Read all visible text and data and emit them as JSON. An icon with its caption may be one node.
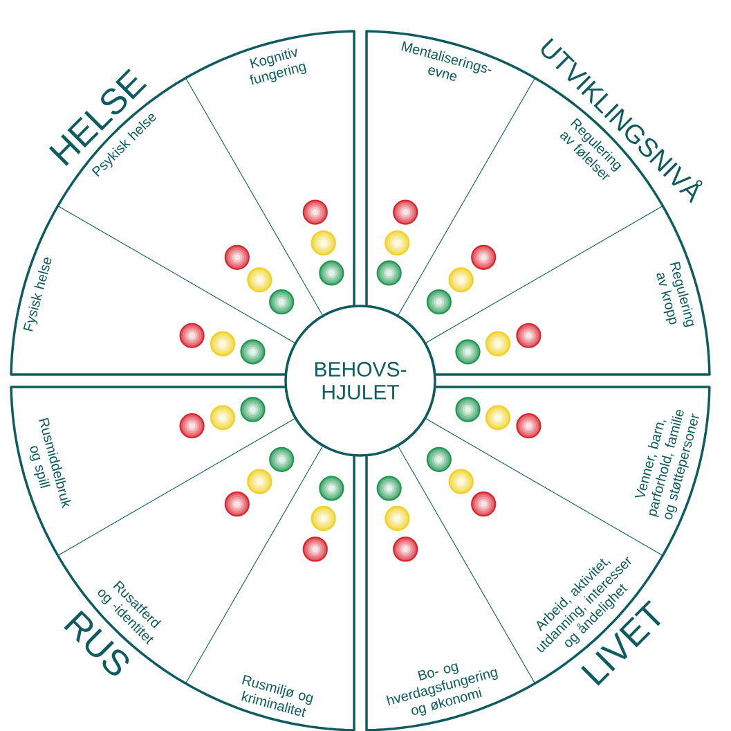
{
  "diagram": {
    "nodes": [
      {
        "text": [
          "HELSE"
        ]
      },
      {
        "text": [
          "Fysisk helse"
        ],
        "in": 0
      },
      {
        "text": [
          "Psykisk helse"
        ],
        "in": 0
      },
      {
        "text": [
          "Kognitiv fungering"
        ],
        "in": 0
      },
      {
        "text": [
          "UTVIKLINGSNIVÅ"
        ]
      },
      {
        "text": [
          "Mentaliserings- evne"
        ],
        "in": 4
      },
      {
        "text": [
          "Regulering av følelser"
        ],
        "in": 4
      },
      {
        "text": [
          "Regulering av kropp"
        ],
        "in": 4
      },
      {
        "text": [
          "BEHOVS- HJULET"
        ]
      },
      {
        "text": [
          "RUS"
        ]
      },
      {
        "text": [
          "Rusmiddelbruk og spill"
        ],
        "in": 9
      },
      {
        "text": [
          "Rusatferd og -identitet"
        ],
        "in": 9
      },
      {
        "text": [
          "Rusmiljø og kriminalitet"
        ],
        "in": 9
      },
      {
        "text": [
          "LIVET"
        ]
      },
      {
        "text": [
          "Bo- og hverdagsfungering og økonomi"
        ],
        "in": 13
      },
      {
        "text": [
          "Arbeid, aktivitet, utdanning, interesser og åndelighet"
        ],
        "in": 13
      },
      {
        "text": [
          "Venner, barn, parforhold, familie og støttepersoner"
        ],
        "in": 13
      }
    ]
  }
}
